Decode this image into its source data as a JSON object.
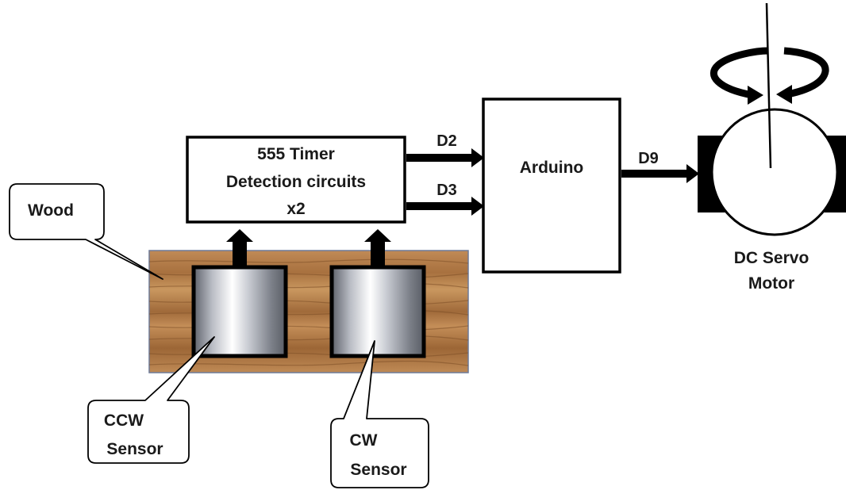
{
  "timer_block": {
    "line1": "555 Timer",
    "line2": "Detection circuits",
    "line3": "x2"
  },
  "arduino_block": {
    "label": "Arduino"
  },
  "signals": {
    "d2": "D2",
    "d3": "D3",
    "d9": "D9"
  },
  "motor": {
    "line1": "DC Servo",
    "line2": "Motor"
  },
  "callouts": {
    "wood": "Wood",
    "ccw_line1": "CCW",
    "ccw_line2": "Sensor",
    "cw_line1": "CW",
    "cw_line2": "Sensor"
  },
  "colors": {
    "wood_base": "#b8824f",
    "wood_grain": "#8f5c32",
    "sensor_light": "#ffffff",
    "sensor_dark": "#6b6f78",
    "stroke": "#000000"
  }
}
